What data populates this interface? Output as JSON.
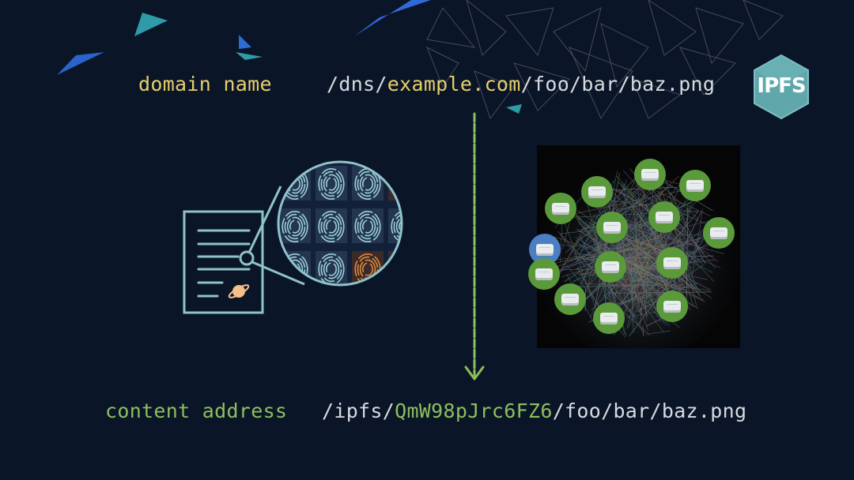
{
  "top_row": {
    "label": "domain name",
    "path_prefix": "/dns/",
    "path_highlight": "example.com",
    "path_suffix": "/foo/bar/baz.png"
  },
  "bottom_row": {
    "label": "content address",
    "path_prefix": "/ipfs/",
    "path_highlight": "QmW98pJrc6FZ6",
    "path_suffix": "/foo/bar/baz.png"
  },
  "logo": {
    "text": "IPFS"
  },
  "colors": {
    "background": "#0b1528",
    "top_label": "#e6cf6a",
    "bottom_label": "#8cbf5c",
    "path_text": "#d7dbe0",
    "arrow": "#8cbf5c",
    "document_stroke": "#8fc3cc",
    "node_green": "#5b9a3a",
    "node_blue": "#4a7fc1",
    "logo_fill": "#5fa7ab"
  },
  "icons": [
    "document-icon",
    "fingerprint-magnifier-icon",
    "down-arrow-icon",
    "network-graph-icon",
    "storage-node-icon",
    "ipfs-logo-icon"
  ]
}
